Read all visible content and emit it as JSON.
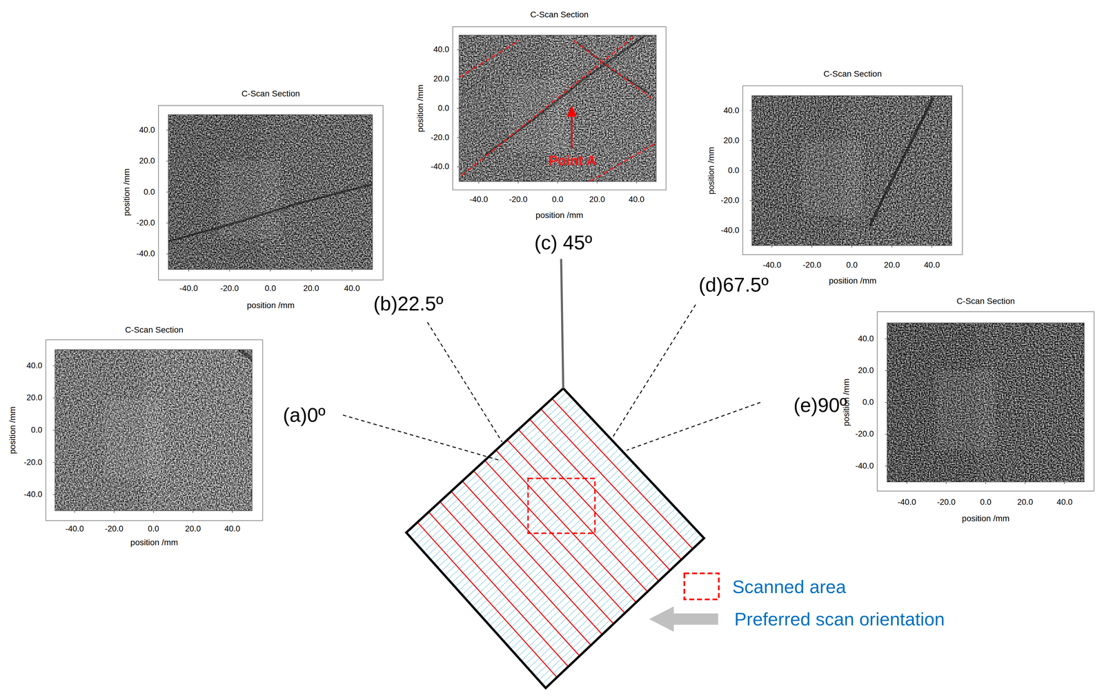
{
  "diagram": {
    "labels": [
      "C-Scan Section",
      "40.0",
      "20.0",
      "0.0",
      "-20.0",
      "-40.0",
      "position /mm",
      "-40.0",
      "-20.0",
      "0.0",
      "20.0",
      "40.0",
      "position /mm",
      "C-Scan Section",
      "40.0",
      "20.0",
      "0.0",
      "-20.0",
      "-40.0",
      "position /mm",
      "-40.0",
      "-20.0",
      "0.0",
      "20.0",
      "40.0",
      "position /mm",
      "C-Scan Section",
      "40.0",
      "20.0",
      "0.0",
      "-20.0",
      "-40.0",
      "position /mm",
      "-40.0",
      "-20.0",
      "0.0",
      "20.0",
      "40.0",
      "position /mm",
      "C-Scan Section",
      "40.0",
      "20.0",
      "0.0",
      "-20.0",
      "-40.0",
      "position /mm",
      "-40.0",
      "-20.0",
      "0.0",
      "20.0",
      "40.0",
      "position /mm",
      "C-Scan Section",
      "40.0",
      "20.0",
      "0.0",
      "-20.0",
      "-40.0",
      "position /mm",
      "-40.0",
      "-20.0",
      "0.0",
      "20.0",
      "40.0",
      "position /mm",
      "(a)0º",
      "(b)22.5º",
      "(c) 45º",
      "(d)67.5º",
      "(e)90º",
      "Point A"
    ],
    "legend": [
      {
        "text": "Scanned area"
      },
      {
        "text": "Preferred scan orientation"
      }
    ]
  }
}
